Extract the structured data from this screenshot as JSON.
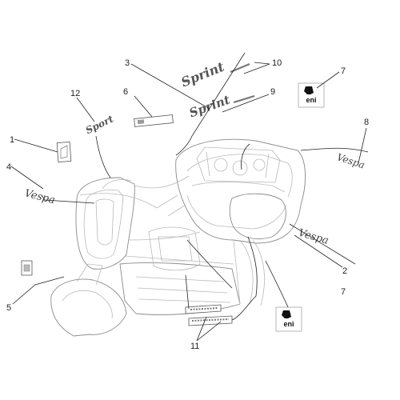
{
  "callouts": [
    {
      "id": "c1",
      "label": "1"
    },
    {
      "id": "c2",
      "label": "2"
    },
    {
      "id": "c3",
      "label": "3"
    },
    {
      "id": "c4",
      "label": "4"
    },
    {
      "id": "c5",
      "label": "5"
    },
    {
      "id": "c6",
      "label": "6"
    },
    {
      "id": "c7a",
      "label": "7"
    },
    {
      "id": "c7b",
      "label": "7"
    },
    {
      "id": "c8",
      "label": "8"
    },
    {
      "id": "c9",
      "label": "9"
    },
    {
      "id": "c10",
      "label": "10"
    },
    {
      "id": "c11",
      "label": "11"
    },
    {
      "id": "c12",
      "label": "12"
    }
  ],
  "badges": {
    "eni_top": "eni",
    "eni_bottom": "eni",
    "vespa_left": "Vespa",
    "vespa_right": "Vespa",
    "vespa_side": "Vespa",
    "sprint_top": "Sprint",
    "sprint_mid": "Sprint",
    "sport_badge": "Sport"
  }
}
